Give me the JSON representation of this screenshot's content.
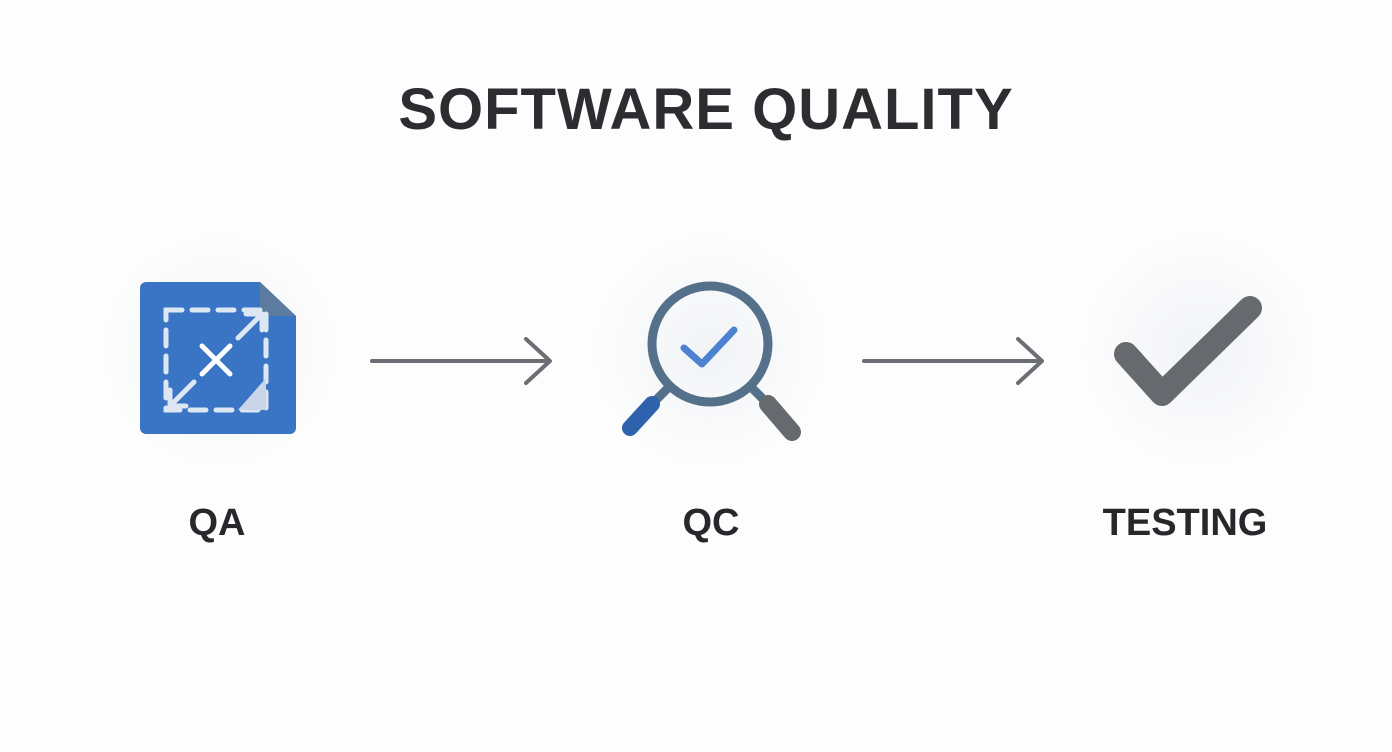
{
  "title": "SOFTWARE QUALITY",
  "nodes": [
    {
      "label": "QA",
      "icon": "document-expand-icon",
      "color": "#3a74c4"
    },
    {
      "label": "QC",
      "icon": "magnifier-check-icon",
      "color": "#5a7186"
    },
    {
      "label": "TESTING",
      "icon": "checkmark-icon",
      "color": "#6a6d72"
    }
  ],
  "colors": {
    "primary_blue": "#3a74c4",
    "slate": "#5a7186",
    "gray": "#6a6d72",
    "text": "#26282b"
  }
}
